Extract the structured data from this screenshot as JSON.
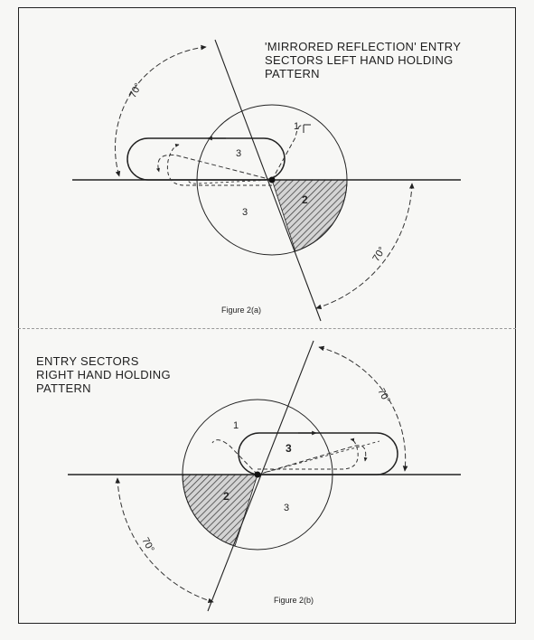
{
  "figure_a": {
    "title_lines": [
      "'MIRRORED REFLECTION' ENTRY",
      "SECTORS LEFT HAND HOLDING",
      "PATTERN"
    ],
    "caption": "Figure 2(a)",
    "angle_upper": "70°",
    "angle_lower": "70°",
    "sector_1": "1",
    "sector_2": "2",
    "sector_3_top": "3",
    "sector_3_bottom": "3"
  },
  "figure_b": {
    "title_lines": [
      "ENTRY SECTORS",
      "RIGHT HAND HOLDING",
      "PATTERN"
    ],
    "caption": "Figure 2(b)",
    "angle_upper": "70°",
    "angle_lower": "70°",
    "sector_1": "1",
    "sector_2": "2",
    "sector_3_top": "3",
    "sector_3_bottom": "3"
  }
}
